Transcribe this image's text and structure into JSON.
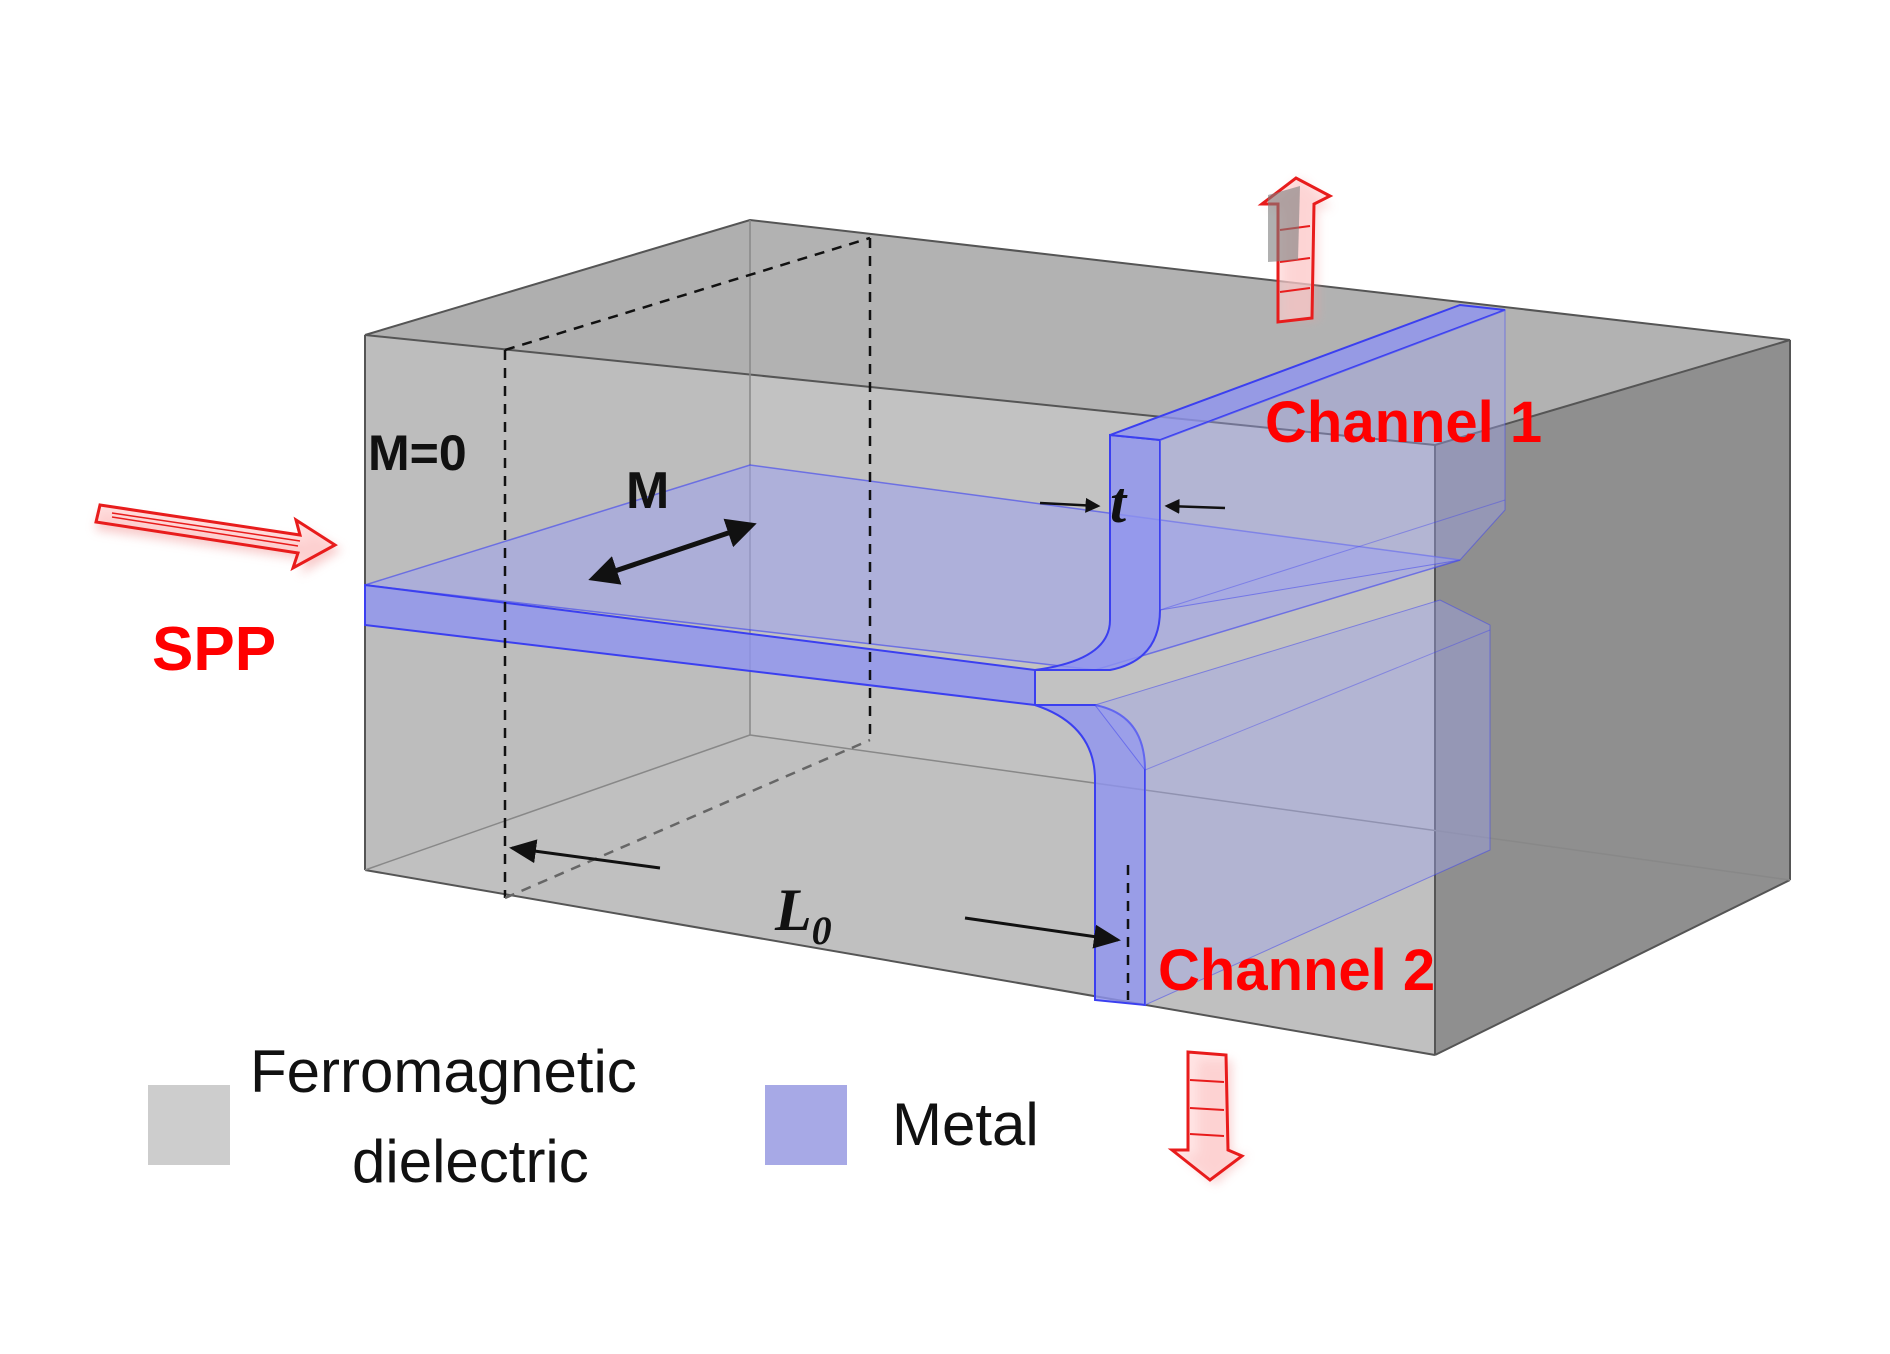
{
  "labels": {
    "spp": "SPP",
    "m_zero": "M=0",
    "m": "M",
    "t": "t",
    "l0_main": "L",
    "l0_sub": "0",
    "channel1": "Channel 1",
    "channel2": "Channel 2"
  },
  "legend": {
    "dielectric_line1": "Ferromagnetic",
    "dielectric_line2": "dielectric",
    "metal": "Metal"
  },
  "colors": {
    "dielectric": "#c8c8c8",
    "metal": "#a7a9e6",
    "metal_edge": "#3b3ff0",
    "accent_red": "#ff0000"
  },
  "icons": {
    "spp_arrow": "hollow-arrow-right-icon",
    "channel1_arrow": "hollow-arrow-up-icon",
    "channel2_arrow": "hollow-arrow-down-icon"
  }
}
